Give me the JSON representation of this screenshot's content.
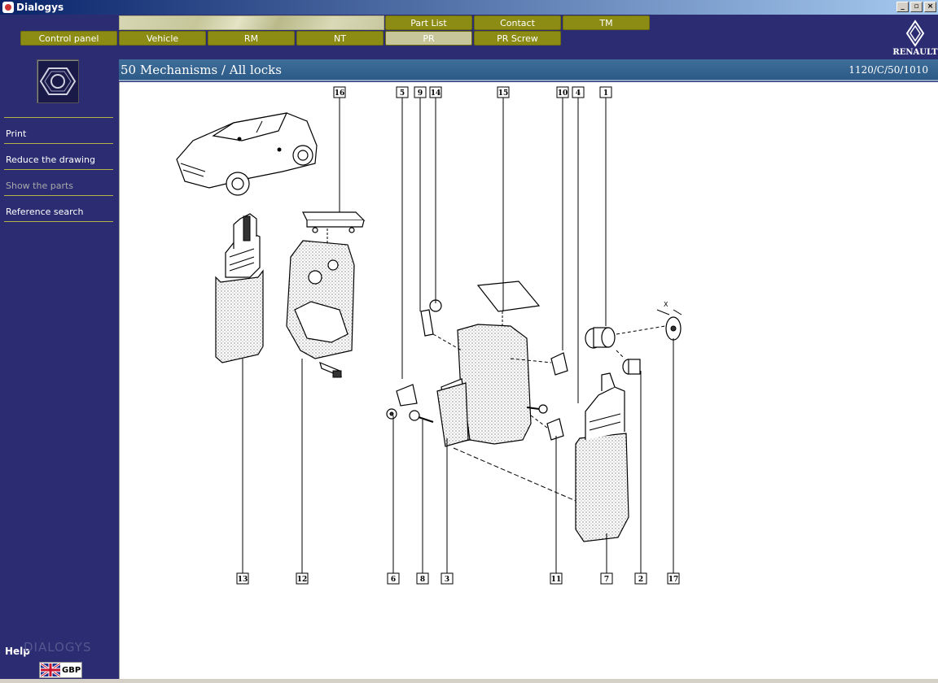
{
  "window": {
    "title": "Dialogys",
    "min": "_",
    "max": "▫",
    "close": "×"
  },
  "nav_top": [
    "Part List",
    "Contact",
    "TM"
  ],
  "nav_main": [
    "Control panel",
    "Vehicle",
    "RM",
    "NT",
    "PR",
    "PR Screw"
  ],
  "active_tab": "PR",
  "brand": "RENAULT",
  "sidebar": {
    "items": [
      "Print",
      "Reduce the drawing",
      "Show the parts",
      "Reference search"
    ],
    "disabled": [
      "Show the parts"
    ],
    "help": "Help",
    "product": "DIALOGYS",
    "currency": "GBP"
  },
  "page": {
    "title": "50 Mechanisms / All locks",
    "reference": "1120/C/50/1010"
  },
  "drawing": {
    "top_callouts": [
      "16",
      "5",
      "9",
      "14",
      "15",
      "10",
      "4",
      "1"
    ],
    "bottom_callouts": [
      "13",
      "12",
      "6",
      "8",
      "3",
      "11",
      "7",
      "2",
      "17"
    ],
    "dimension_label": "X"
  },
  "colors": {
    "background": "#2b2c72",
    "nav_button": "#8c8c14",
    "nav_active": "#c6c69a",
    "header_bar": "#3e6e9a"
  }
}
